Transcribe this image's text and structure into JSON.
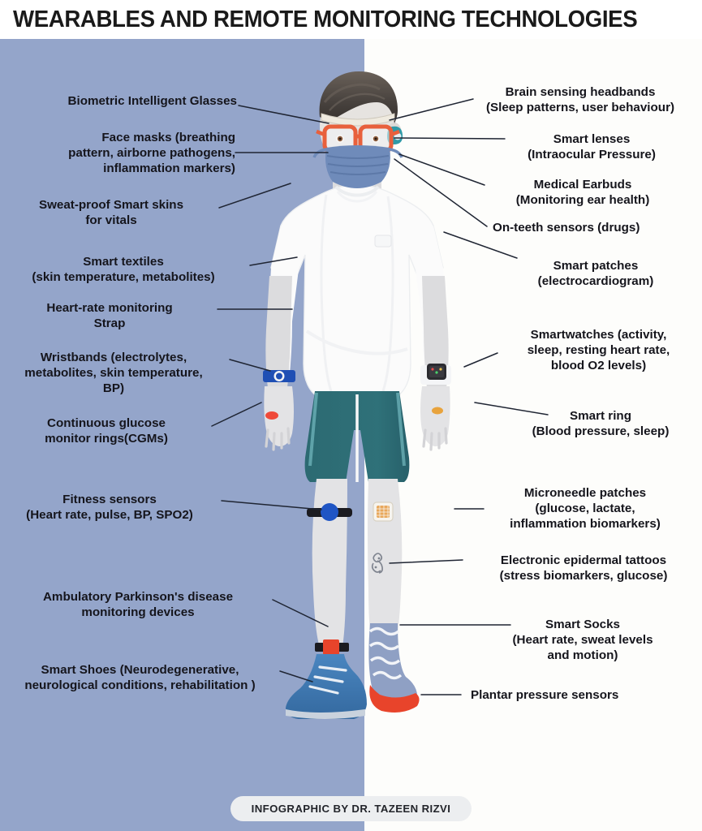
{
  "header": {
    "title": "WEARABLES AND REMOTE MONITORING TECHNOLOGIES"
  },
  "colors": {
    "background_left": "#94a5ca",
    "background_right": "#fdfdfb",
    "title_text": "#1a1a1a",
    "label_text": "#15151c",
    "leader_line": "#1f2533",
    "footer_pill": "#eceef0",
    "shorts": "#2f6f77",
    "glasses_frame": "#e8603c",
    "face_mask": "#6f8bba",
    "wristband": "#1f4fb4",
    "cgm_ring": "#ef4a3a",
    "smart_ring": "#e8a33d",
    "smartwatch_body": "#2b2b30",
    "fitness_strap": "#1b1b20",
    "fitness_sensor": "#1f55c4",
    "shoe": "#3f78b5",
    "sock": "#8fa0c4",
    "plantar_sensor": "#e8442b",
    "ankle_sensor": "#e8442b",
    "microneedle_patch": "#e9a85c",
    "skin": "#dcdcde",
    "shirt": "#fbfbfb",
    "hair": "#45403d"
  },
  "labels_left": [
    {
      "id": "biometric-glasses",
      "lines": [
        "Biometric Intelligent Glasses"
      ]
    },
    {
      "id": "face-masks",
      "lines": [
        "Face masks (breathing",
        "pattern, airborne pathogens,",
        "inflammation markers)"
      ]
    },
    {
      "id": "sweat-proof-smart-skins",
      "lines": [
        "Sweat-proof Smart skins",
        "for vitals"
      ]
    },
    {
      "id": "smart-textiles",
      "lines": [
        "Smart textiles",
        "(skin temperature, metabolites)"
      ]
    },
    {
      "id": "heart-rate-strap",
      "lines": [
        "Heart-rate monitoring",
        "Strap"
      ]
    },
    {
      "id": "wristbands",
      "lines": [
        "Wristbands (electrolytes,",
        "metabolites, skin temperature,",
        "BP)"
      ]
    },
    {
      "id": "cgm-rings",
      "lines": [
        "Continuous glucose",
        "monitor rings(CGMs)"
      ]
    },
    {
      "id": "fitness-sensors",
      "lines": [
        "Fitness sensors",
        "(Heart rate, pulse, BP, SPO2)"
      ]
    },
    {
      "id": "parkinsons-monitoring",
      "lines": [
        "Ambulatory Parkinson's disease",
        "monitoring devices"
      ]
    },
    {
      "id": "smart-shoes",
      "lines": [
        "Smart Shoes (Neurodegenerative,",
        "neurological conditions, rehabilitation )"
      ]
    }
  ],
  "labels_right": [
    {
      "id": "brain-sensing-headbands",
      "lines": [
        "Brain sensing headbands",
        "(Sleep patterns, user behaviour)"
      ]
    },
    {
      "id": "smart-lenses",
      "lines": [
        "Smart lenses",
        "(Intraocular Pressure)"
      ]
    },
    {
      "id": "medical-earbuds",
      "lines": [
        "Medical Earbuds",
        "(Monitoring ear health)"
      ]
    },
    {
      "id": "on-teeth-sensors",
      "lines": [
        "On-teeth sensors (drugs)"
      ]
    },
    {
      "id": "smart-patches",
      "lines": [
        "Smart patches",
        "(electrocardiogram)"
      ]
    },
    {
      "id": "smartwatches",
      "lines": [
        "Smartwatches (activity,",
        "sleep, resting heart rate,",
        "blood O2 levels)"
      ]
    },
    {
      "id": "smart-ring",
      "lines": [
        "Smart ring",
        "(Blood pressure, sleep)"
      ]
    },
    {
      "id": "microneedle-patches",
      "lines": [
        "Microneedle patches",
        "(glucose, lactate,",
        "inflammation biomarkers)"
      ]
    },
    {
      "id": "epidermal-tattoos",
      "lines": [
        "Electronic epidermal tattoos",
        "(stress biomarkers, glucose)"
      ]
    },
    {
      "id": "smart-socks",
      "lines": [
        "Smart Socks",
        "(Heart rate, sweat levels",
        "and motion)"
      ]
    },
    {
      "id": "plantar-pressure-sensors",
      "lines": [
        "Plantar pressure sensors"
      ]
    }
  ],
  "footer": {
    "credit": "INFOGRAPHIC BY DR. TAZEEN RIZVI"
  }
}
